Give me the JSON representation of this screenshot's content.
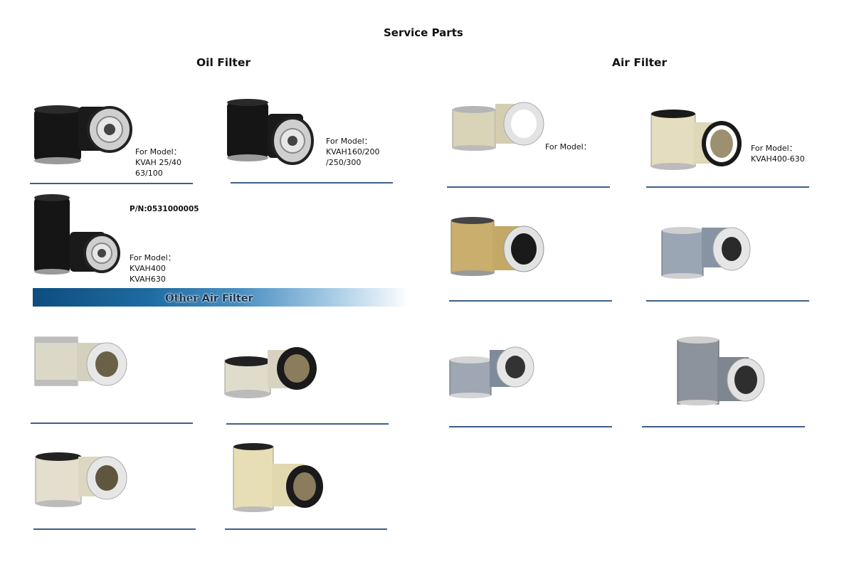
{
  "page": {
    "title": "Service Parts",
    "oil_section": "Oil Filter",
    "air_section": "Air Filter",
    "banner": {
      "word1": "Other",
      "word2": "Air Filter"
    }
  },
  "oil_filters": [
    {
      "caption_lines": [
        "For Model：",
        "KVAH 25/40",
        "63/100"
      ]
    },
    {
      "caption_lines": [
        "For Model：",
        "KVAH160/200",
        "/250/300"
      ]
    },
    {
      "part_number": "P/N:0531000005",
      "caption_lines": [
        "For Model：",
        "KVAH400",
        "KVAH630"
      ]
    }
  ],
  "air_filters": [
    {
      "caption_lines": [
        "For Model："
      ]
    },
    {
      "caption_lines": [
        "For Model：",
        "KVAH400-630"
      ]
    }
  ],
  "colors": {
    "rule": "#3d5f8a",
    "banner_dark": "#0d4d80",
    "banner_light": "#a9cde6"
  }
}
